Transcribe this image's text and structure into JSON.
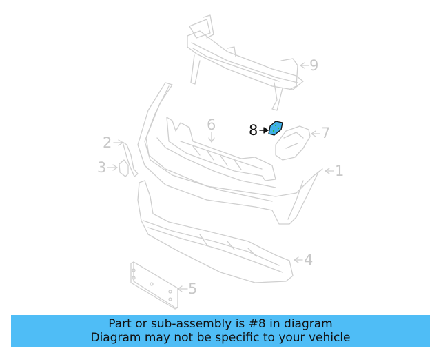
{
  "diagram": {
    "line_color": "#cfcfcf",
    "highlight_fill": "#3fb0e8",
    "highlight_dots": "#2bbf3a",
    "highlighted_part": "8",
    "callouts": [
      {
        "id": "1",
        "label": "1"
      },
      {
        "id": "2",
        "label": "2"
      },
      {
        "id": "3",
        "label": "3"
      },
      {
        "id": "4",
        "label": "4"
      },
      {
        "id": "5",
        "label": "5"
      },
      {
        "id": "6",
        "label": "6"
      },
      {
        "id": "7",
        "label": "7"
      },
      {
        "id": "8",
        "label": "8"
      },
      {
        "id": "9",
        "label": "9"
      }
    ]
  },
  "banner": {
    "line1": "Part or sub-assembly is #8 in diagram",
    "line2": "Diagram may not be specific to your vehicle",
    "background": "#4fbdf6"
  }
}
